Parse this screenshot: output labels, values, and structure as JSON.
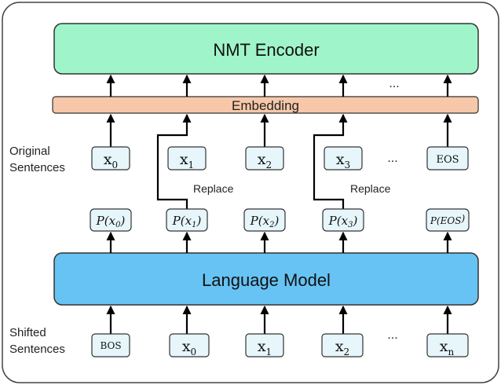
{
  "diagram": {
    "encoder_label": "NMT Encoder",
    "embedding_label": "Embedding",
    "lm_label": "Language Model",
    "original_label": [
      "Original",
      "Sentences"
    ],
    "shifted_label": [
      "Shifted",
      "Sentences"
    ],
    "replace_label": "Replace",
    "ellipsis": "...",
    "original_tokens": [
      {
        "base": "x",
        "sub": "0"
      },
      {
        "base": "x",
        "sub": "1"
      },
      {
        "base": "x",
        "sub": "2"
      },
      {
        "base": "x",
        "sub": "3"
      },
      {
        "base": "EOS",
        "sub": ""
      }
    ],
    "prob_tokens": [
      {
        "base": "x",
        "sub": "0"
      },
      {
        "base": "x",
        "sub": "1"
      },
      {
        "base": "x",
        "sub": "2"
      },
      {
        "base": "x",
        "sub": "3"
      },
      {
        "base": "EOS",
        "sub": ""
      }
    ],
    "shifted_tokens": [
      {
        "base": "BOS",
        "sub": ""
      },
      {
        "base": "x",
        "sub": "0"
      },
      {
        "base": "x",
        "sub": "1"
      },
      {
        "base": "x",
        "sub": "2"
      },
      {
        "base": "x",
        "sub": "n"
      }
    ],
    "colors": {
      "encoder_fill": "#9ff5c9",
      "embedding_fill": "#f6c7a9",
      "lm_fill": "#67c3f3",
      "token_fill": "#e6f6fb"
    }
  }
}
